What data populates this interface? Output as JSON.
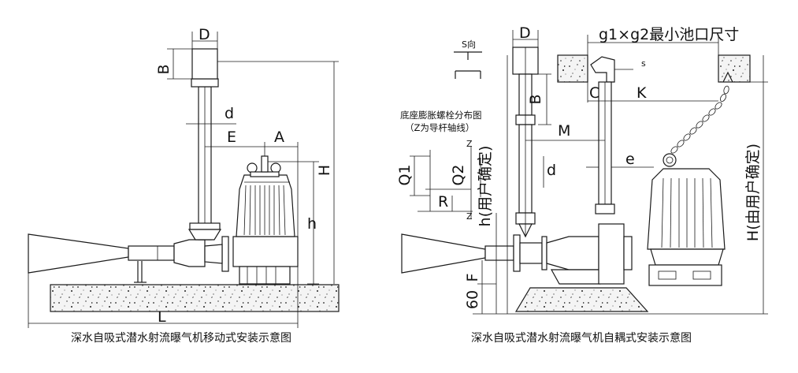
{
  "captions": {
    "left": "深水自吸式潜水射流曝气机移动式安装示意图",
    "right": "深水自吸式潜水射流曝气机自耦式安装示意图"
  },
  "left_labels": {
    "D": "D",
    "B": "B",
    "d": "d",
    "E": "E",
    "A": "A",
    "H": "H",
    "h": "h",
    "L": "L"
  },
  "right_labels": {
    "s_dir": "S向",
    "D": "D",
    "g1g2": "g1×g2最小池口尺寸",
    "s": "s",
    "B": "B",
    "C": "C",
    "K": "K",
    "anchor_note_1": "底座膨胀螺栓分布图",
    "anchor_note_2": "（Z为导杆轴线）",
    "M": "M",
    "Z_top": "Z",
    "Z_bottom": "Z",
    "Q1": "Q1",
    "Q2": "Q2",
    "R": "R",
    "h_user": "h(用户确定)",
    "d": "d",
    "e": "e",
    "H_user": "H(由用户确定)",
    "F": "F",
    "sixty": "60"
  }
}
